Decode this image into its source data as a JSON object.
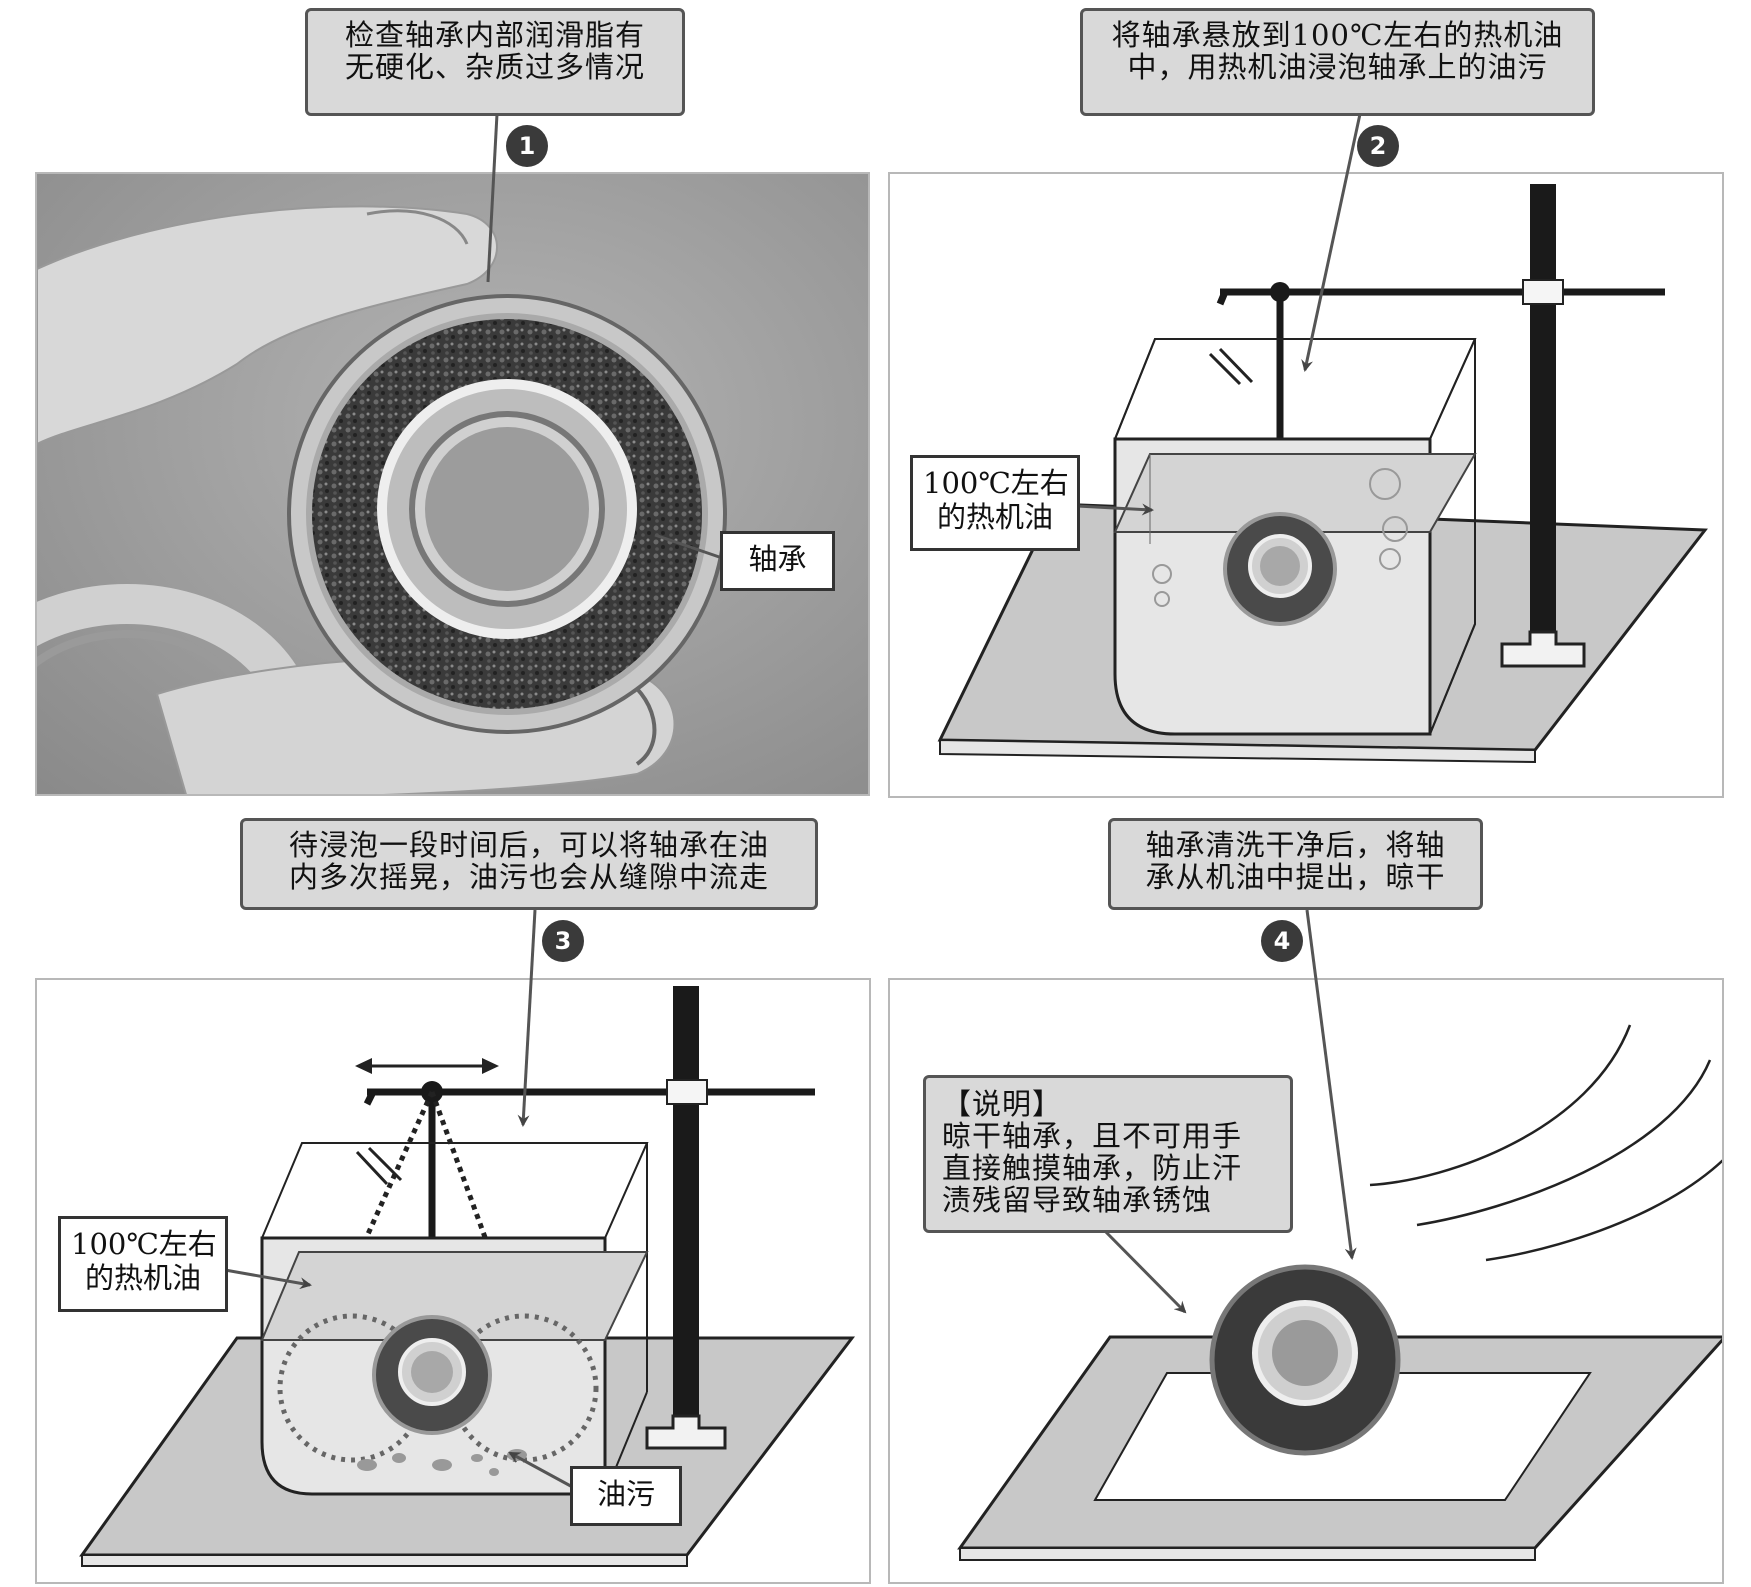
{
  "steps": [
    {
      "number": "1",
      "caption": [
        "检查轴承内部润滑脂有",
        "无硬化、杂质过多情况"
      ]
    },
    {
      "number": "2",
      "caption": [
        "将轴承悬放到100℃左右的热机油",
        "中，用热机油浸泡轴承上的油污"
      ]
    },
    {
      "number": "3",
      "caption": [
        "待浸泡一段时间后，可以将轴承在油",
        "内多次摇晃，油污也会从缝隙中流走"
      ]
    },
    {
      "number": "4",
      "caption": [
        "轴承清洗干净后，将轴",
        "承从机油中提出，晾干"
      ]
    }
  ],
  "labels": {
    "bearing": "轴承",
    "hot_oil": [
      "100℃左右",
      "的热机油"
    ],
    "oil_stain": "油污"
  },
  "note": {
    "heading": "【说明】",
    "lines": [
      "晾干轴承，且不可用手",
      "直接触摸轴承，防止汗",
      "渍残留导致轴承锈蚀"
    ]
  },
  "colors": {
    "panel_border": "#b8b8b8",
    "callout_fill": "#d9d9d9",
    "badge_fill": "#3a3a3a",
    "plate_fill": "#c8c8c8",
    "stand": "#1a1a1a"
  }
}
